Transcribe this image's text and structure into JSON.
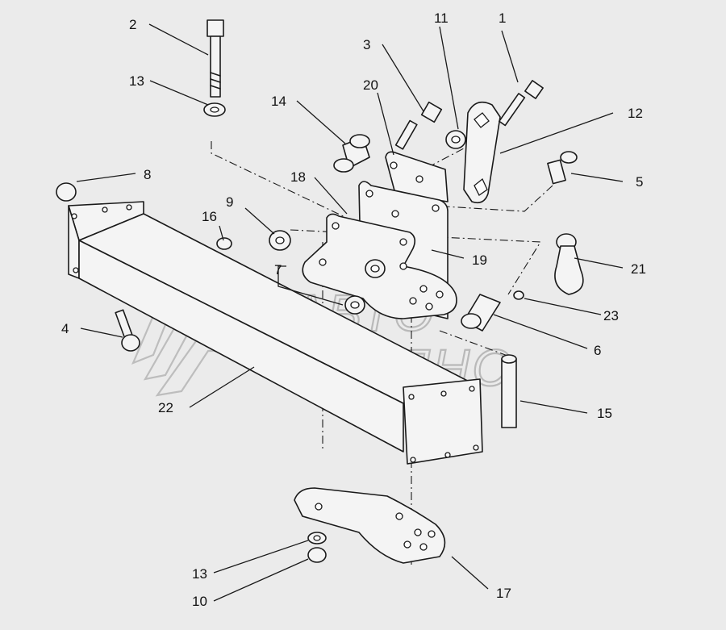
{
  "watermark": {
    "line1": "АВТО",
    "line2": "АЛЬЯНС"
  },
  "callouts": [
    "1",
    "2",
    "3",
    "4",
    "5",
    "6",
    "7",
    "8",
    "9",
    "10",
    "11",
    "12",
    "13",
    "13",
    "14",
    "15",
    "16",
    "17",
    "18",
    "19",
    "20",
    "21",
    "22",
    "23"
  ]
}
